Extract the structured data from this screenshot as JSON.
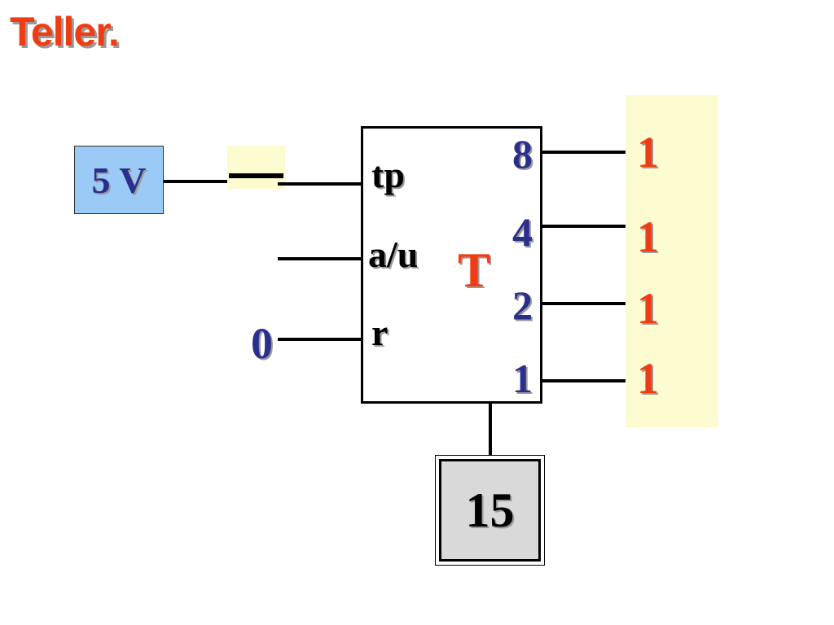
{
  "title": "Teller.",
  "source": {
    "label": "5 V"
  },
  "counter": {
    "label": "T",
    "inputs": {
      "clock": "tp",
      "direction": "a/u",
      "reset": "r"
    },
    "outputs": [
      "8",
      "4",
      "2",
      "1"
    ]
  },
  "reset_value": "0",
  "output_bits": [
    "1",
    "1",
    "1",
    "1"
  ],
  "display": {
    "value": "15"
  },
  "colors": {
    "title": "#f03c14",
    "source_fill": "#9ccaf6",
    "panel_fill": "#fdfbd0",
    "display_fill": "#d9d9d9",
    "weight_text": "#2b2f8c",
    "bit_text": "#f03c14"
  }
}
